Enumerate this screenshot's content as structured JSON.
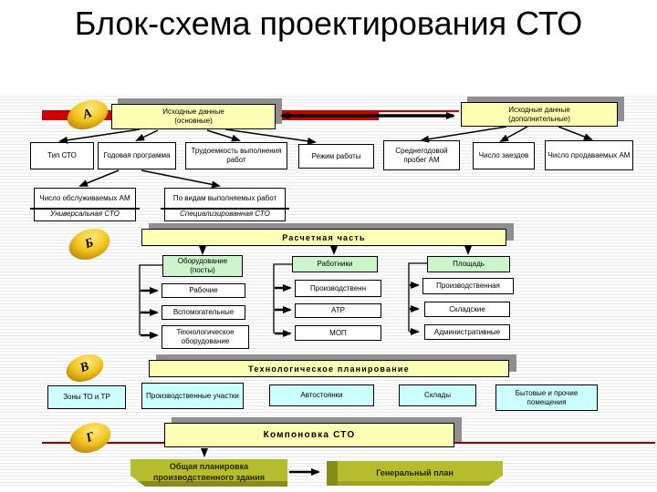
{
  "title": "Блок-схема проектирования СТО",
  "colors": {
    "red_bar": "#cc0000",
    "red_line": "#990000",
    "yellow_box": "#ffffb3",
    "green_box": "#ccf5cc",
    "cyan_box": "#ccffff",
    "olive_box": "#b5bd2e",
    "shadow": "#8f8f8f",
    "marker_gold": "#f2c51f"
  },
  "sections": {
    "a": {
      "label": "А",
      "main_left": {
        "line1": "Исходные данные",
        "line2": "(основные)"
      },
      "main_right": {
        "line1": "Исходные данные",
        "line2": "(дополнительные)"
      },
      "left_children": [
        "Тип СТО",
        "Годовая программа",
        "Трудоемкость выполнения работ",
        "Режим работы"
      ],
      "right_children": [
        "Среднегодовой пробег АМ",
        "Число заездов",
        "Число продаваемых АМ"
      ],
      "split_boxes": [
        {
          "top": "Число обслуживаемых АМ",
          "bottom": "Универсальная СТО"
        },
        {
          "top": "По видам выполняемых работ",
          "bottom": "Специализированная СТО"
        }
      ]
    },
    "b": {
      "label": "Б",
      "bar": "Расчетная часть",
      "columns": [
        {
          "head": "Оборудование (посты)",
          "items": [
            "Рабочие",
            "Вспомогательные",
            "Технологическое оборудование"
          ]
        },
        {
          "head": "Работники",
          "items": [
            "Производственн",
            "АТР",
            "МОП"
          ]
        },
        {
          "head": "Площадь",
          "items": [
            "Производственная",
            "Складские",
            "Административные"
          ]
        }
      ]
    },
    "v": {
      "label": "В",
      "bar": "Технологическое планирование",
      "items": [
        "Зоны ТО и ТР",
        "Производственные участки",
        "Автостоянки",
        "Склады",
        "Бытовые и прочие помещения"
      ]
    },
    "g": {
      "label": "Г",
      "bar": "Компоновка СТО",
      "flow": [
        "Общая планировка производственного здания",
        "Генеральный план"
      ]
    }
  }
}
